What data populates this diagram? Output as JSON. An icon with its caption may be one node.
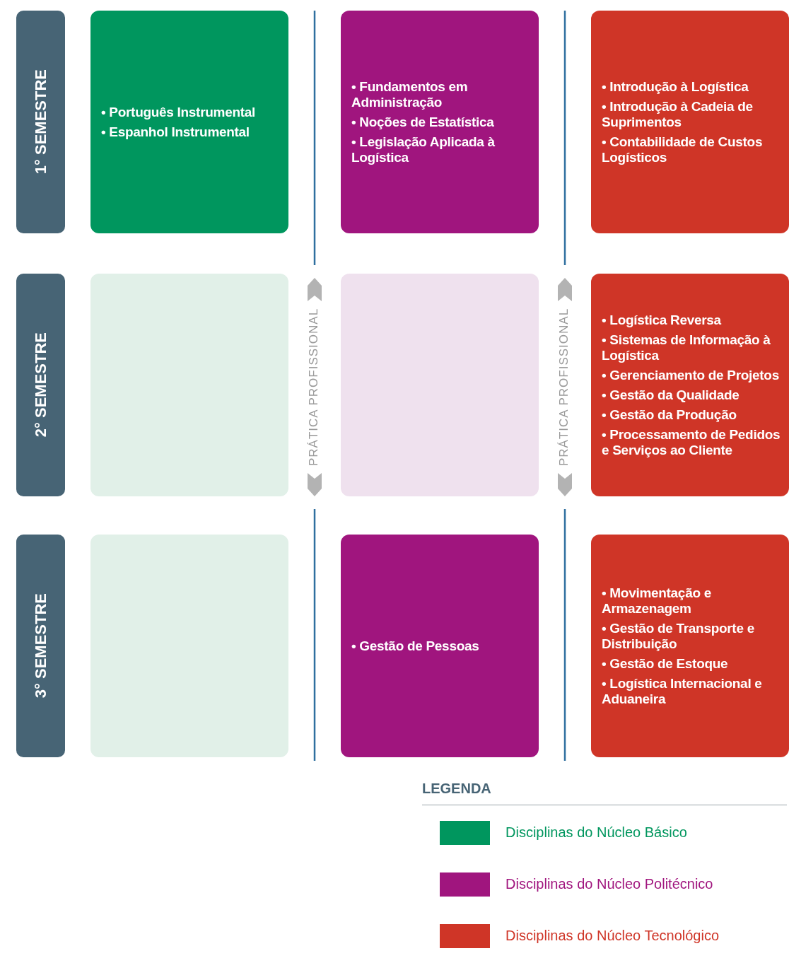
{
  "diagram": {
    "nodes": [
      {
        "text": [
          "1° SEMESTRE"
        ]
      },
      {
        "text": [
          "• Português Instrumental",
          "• Espanhol Instrumental"
        ]
      },
      {
        "text": [
          "• Fundamentos em Administração",
          "• Noções de Estatística",
          "• Legislação Aplicada à Logística"
        ]
      },
      {
        "text": [
          "• Introdução à Logística",
          "• Introdução à Cadeia de Suprimentos",
          "• Contabilidade de Custos Logísticos"
        ]
      },
      {
        "text": [
          "2° SEMESTRE"
        ]
      },
      {
        "text": [],
        "shape": "box"
      },
      {
        "text": [],
        "shape": "box"
      },
      {
        "text": [
          "• Logística Reversa",
          "• Sistemas de Informação à Logística",
          "• Gerenciamento de Projetos",
          "• Gestão da Qualidade",
          "• Gestão da Produção",
          "• Processamento de Pedidos e Serviços ao Cliente"
        ]
      },
      {
        "text": [
          "3° SEMESTRE"
        ]
      },
      {
        "text": [],
        "shape": "box"
      },
      {
        "text": [
          "• Gestão de Pessoas"
        ]
      },
      {
        "text": [
          "• Movimentação e Armazenagem",
          "• Gestão de Transporte e Distribuição",
          "• Gestão de Estoque",
          "• Logística Internacional e Aduaneira"
        ]
      }
    ],
    "edges": [],
    "labels": [
      "PRÁTICA PROFISSIONAL",
      "PRÁTICA PROFISSIONAL",
      "LEGENDA"
    ],
    "legend": [
      {
        "text": "Disciplinas do Núcleo Básico",
        "color": "#00965e"
      },
      {
        "text": "Disciplinas do Núcleo Politécnico",
        "color": "#a0157e"
      },
      {
        "text": "Disciplinas do Núcleo Tecnológico",
        "color": "#cf3527"
      }
    ]
  }
}
